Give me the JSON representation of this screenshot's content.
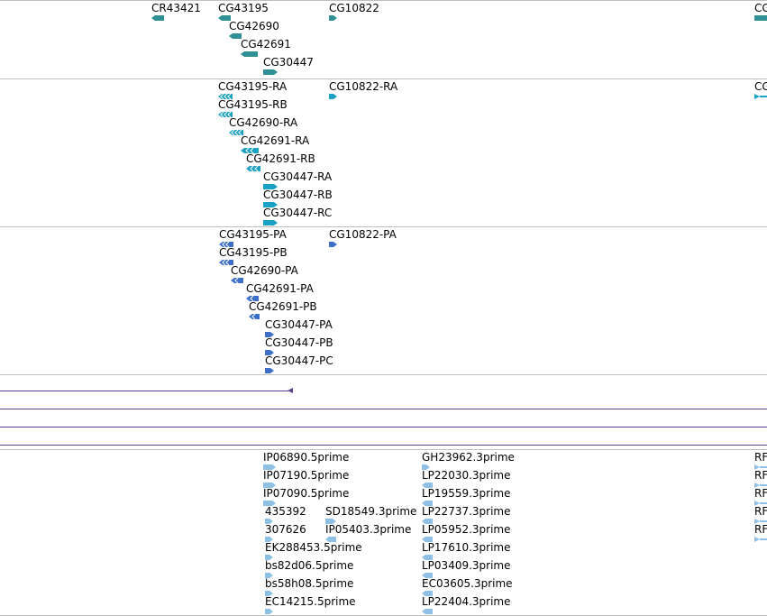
{
  "colors": {
    "gene": "#2e8f95",
    "transcript": "#1aa2c4",
    "protein": "#3d6fc9",
    "alignment": "#5b3e8e",
    "est": "#8ec0e6",
    "separator": "#bfbfbf"
  },
  "tracks": {
    "genes": [
      {
        "label": "CR43421",
        "dir": "left"
      },
      {
        "label": "CG43195",
        "dir": "left"
      },
      {
        "label": "CG10822",
        "dir": "right"
      },
      {
        "label": "CG42690",
        "dir": "left"
      },
      {
        "label": "CG42691",
        "dir": "left"
      },
      {
        "label": "CG30447",
        "dir": "right"
      },
      {
        "label": "CG",
        "dir": "right"
      }
    ],
    "transcripts": [
      {
        "label": "CG43195-RA",
        "dir": "left"
      },
      {
        "label": "CG10822-RA",
        "dir": "right"
      },
      {
        "label": "CG",
        "dir": "right"
      },
      {
        "label": "CG43195-RB",
        "dir": "left"
      },
      {
        "label": "CG42690-RA",
        "dir": "left"
      },
      {
        "label": "CG42691-RA",
        "dir": "left"
      },
      {
        "label": "CG42691-RB",
        "dir": "left"
      },
      {
        "label": "CG30447-RA",
        "dir": "right"
      },
      {
        "label": "CG30447-RB",
        "dir": "right"
      },
      {
        "label": "CG30447-RC",
        "dir": "right"
      }
    ],
    "proteins": [
      {
        "label": "CG43195-PA",
        "dir": "left"
      },
      {
        "label": "CG10822-PA",
        "dir": "right"
      },
      {
        "label": "CG43195-PB",
        "dir": "left"
      },
      {
        "label": "CG42690-PA",
        "dir": "left"
      },
      {
        "label": "CG42691-PA",
        "dir": "left"
      },
      {
        "label": "CG42691-PB",
        "dir": "left"
      },
      {
        "label": "CG30447-PA",
        "dir": "right"
      },
      {
        "label": "CG30447-PB",
        "dir": "right"
      },
      {
        "label": "CG30447-PC",
        "dir": "right"
      }
    ],
    "ests": [
      {
        "label": "IP06890.5prime",
        "dir": "right"
      },
      {
        "label": "GH23962.3prime",
        "dir": "right"
      },
      {
        "label": "RF",
        "dir": "right"
      },
      {
        "label": "IP07190.5prime",
        "dir": "right"
      },
      {
        "label": "LP22030.3prime",
        "dir": "left"
      },
      {
        "label": "RF",
        "dir": "right"
      },
      {
        "label": "IP07090.5prime",
        "dir": "right"
      },
      {
        "label": "LP19559.3prime",
        "dir": "left"
      },
      {
        "label": "RF",
        "dir": "right"
      },
      {
        "label": "435392",
        "dir": "right"
      },
      {
        "label": "SD18549.3prime",
        "dir": "right"
      },
      {
        "label": "LP22737.3prime",
        "dir": "left"
      },
      {
        "label": "RF",
        "dir": "right"
      },
      {
        "label": "307626",
        "dir": "right"
      },
      {
        "label": "IP05403.3prime",
        "dir": "left"
      },
      {
        "label": "LP05952.3prime",
        "dir": "left"
      },
      {
        "label": "RF",
        "dir": "right"
      },
      {
        "label": "EK288453.5prime",
        "dir": "right"
      },
      {
        "label": "LP17610.3prime",
        "dir": "left"
      },
      {
        "label": "bs82d06.5prime",
        "dir": "right"
      },
      {
        "label": "LP03409.3prime",
        "dir": "left"
      },
      {
        "label": "bs58h08.5prime",
        "dir": "right"
      },
      {
        "label": "EC03605.3prime",
        "dir": "left"
      },
      {
        "label": "EC14215.5prime",
        "dir": "right"
      },
      {
        "label": "LP22404.3prime",
        "dir": "left"
      }
    ]
  }
}
